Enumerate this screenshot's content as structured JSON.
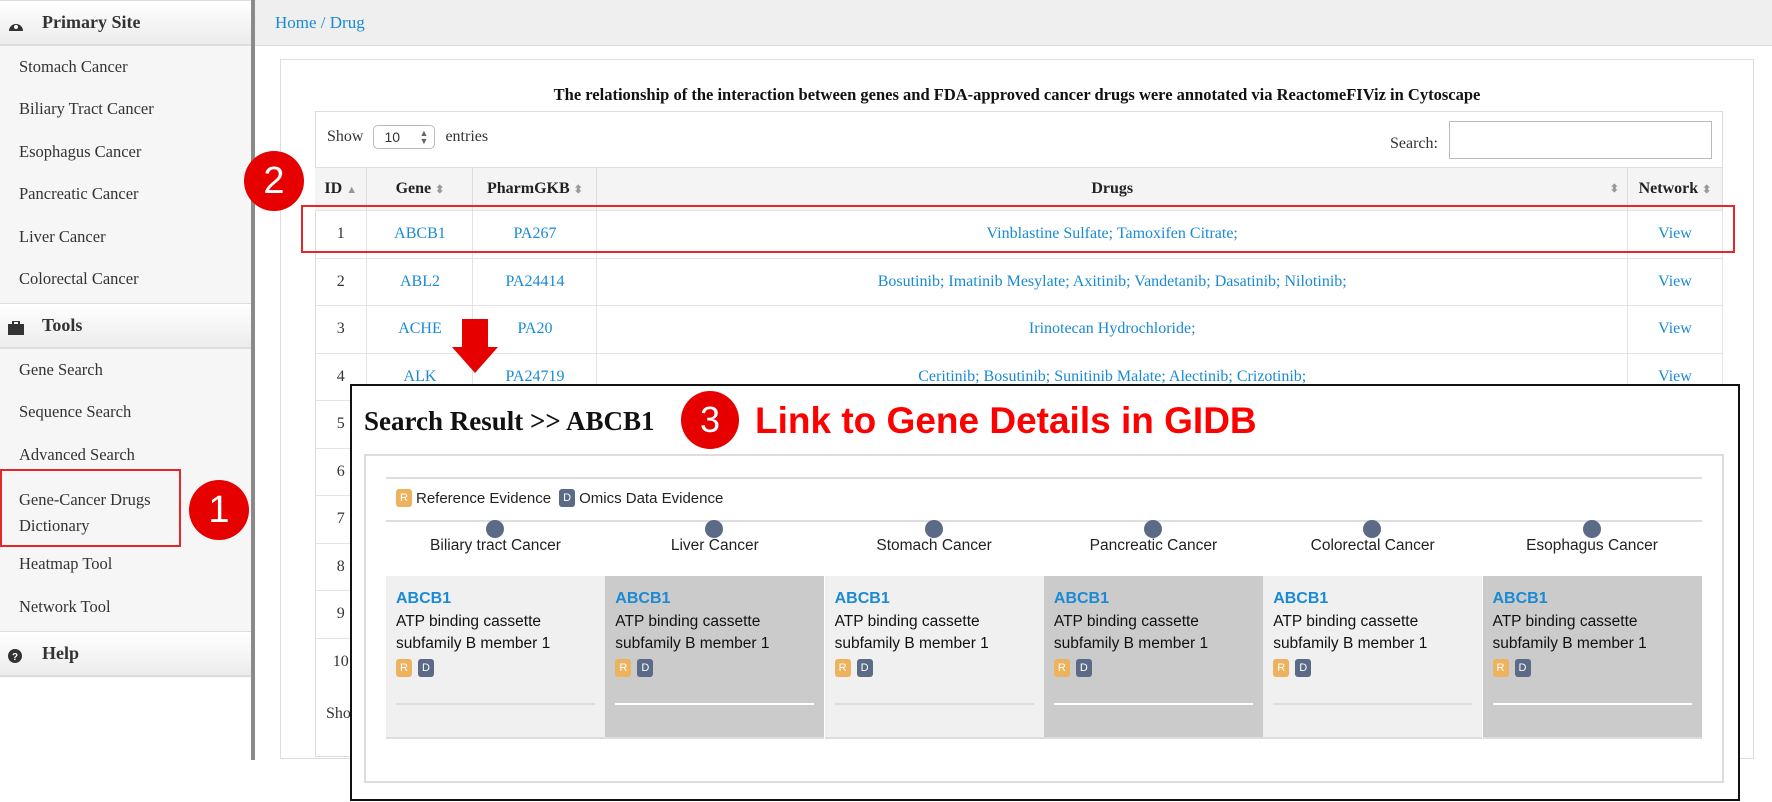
{
  "sidebar": {
    "primary_site": {
      "label": "Primary Site",
      "items": [
        "Stomach Cancer",
        "Biliary Tract Cancer",
        "Esophagus Cancer",
        "Pancreatic Cancer",
        "Liver Cancer",
        "Colorectal Cancer"
      ]
    },
    "tools": {
      "label": "Tools",
      "items": [
        "Gene Search",
        "Sequence Search",
        "Advanced Search",
        "Gene-Cancer Drugs Dictionary",
        "Heatmap Tool",
        "Network Tool"
      ]
    },
    "help": {
      "label": "Help"
    }
  },
  "breadcrumb": "Home / Drug",
  "main": {
    "title": "The relationship of the interaction between genes and FDA-approved cancer drugs were annotated via ReactomeFIViz in Cytoscape",
    "show_label": "Show",
    "entries_value": "10",
    "entries_label": "entries",
    "search_label": "Search:",
    "search_value": "",
    "columns": [
      "ID",
      "Gene",
      "PharmGKB",
      "Drugs",
      "Network"
    ],
    "rows": [
      {
        "id": "1",
        "gene": "ABCB1",
        "pharmgkb": "PA267",
        "drugs": "Vinblastine Sulfate; Tamoxifen Citrate;",
        "network": "View"
      },
      {
        "id": "2",
        "gene": "ABL2",
        "pharmgkb": "PA24414",
        "drugs": "Bosutinib; Imatinib Mesylate; Axitinib; Vandetanib; Dasatinib; Nilotinib;",
        "network": "View"
      },
      {
        "id": "3",
        "gene": "ACHE",
        "pharmgkb": "PA20",
        "drugs": "Irinotecan Hydrochloride;",
        "network": "View"
      },
      {
        "id": "4",
        "gene": "ALK",
        "pharmgkb": "PA24719",
        "drugs": "Ceritinib; Bosutinib; Sunitinib Malate; Alectinib; Crizotinib;",
        "network": "View"
      },
      {
        "id": "5"
      },
      {
        "id": "6"
      },
      {
        "id": "7"
      },
      {
        "id": "8"
      },
      {
        "id": "9"
      },
      {
        "id": "10"
      }
    ],
    "footer": "Sho"
  },
  "annotations": {
    "n1": "1",
    "n2": "2",
    "n3": "3",
    "link_text": "Link to Gene Details in GIDB"
  },
  "result": {
    "title": "Search Result >> ABCB1",
    "legend": {
      "r_badge": "R",
      "r_label": "Reference Evidence",
      "d_badge": "D",
      "d_label": "Omics Data Evidence"
    },
    "cancers": [
      "Biliary tract Cancer",
      "Liver Cancer",
      "Stomach Cancer",
      "Pancreatic Cancer",
      "Colorectal Cancer",
      "Esophagus Cancer"
    ],
    "gene": "ABCB1",
    "line1": "ATP binding cassette",
    "line2": "subfamily B member 1"
  },
  "colors": {
    "link": "#1a8ad4",
    "accent_red": "#e60000",
    "badge_r": "#edb25e",
    "badge_d": "#5b6a86"
  }
}
